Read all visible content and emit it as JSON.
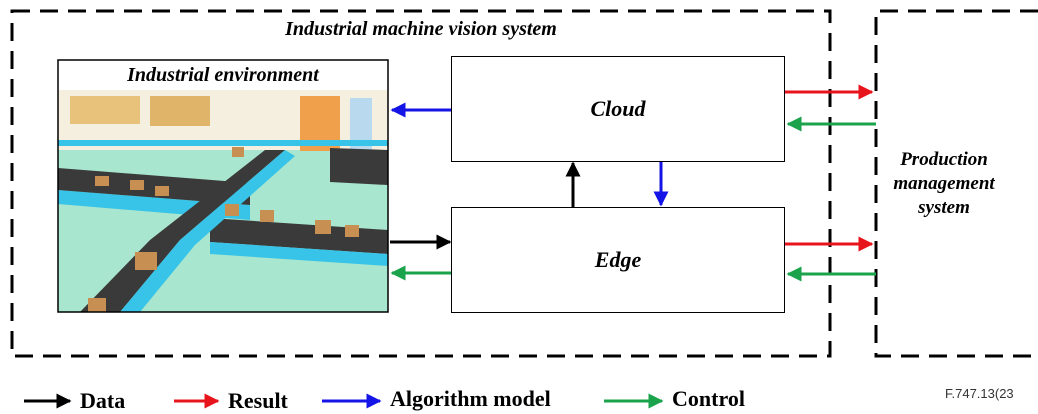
{
  "diagram": {
    "system_title": "Industrial machine vision system",
    "environment_title": "Industrial environment",
    "cloud_label": "Cloud",
    "edge_label": "Edge",
    "pms_label_line1": "Production",
    "pms_label_line2": "management",
    "pms_label_line3": "system"
  },
  "legend": {
    "items": [
      {
        "label": "Data",
        "color": "#000000"
      },
      {
        "label": "Result",
        "color": "#e8141b"
      },
      {
        "label": "Algorithm model",
        "color": "#1414e6"
      },
      {
        "label": "Control",
        "color": "#1aa34a"
      }
    ]
  },
  "figure_ref": "F.747.13(23"
}
